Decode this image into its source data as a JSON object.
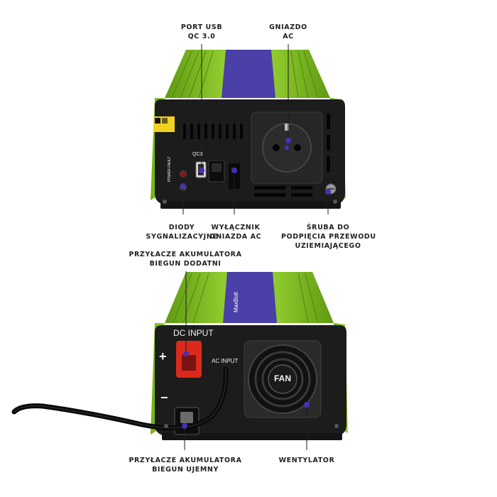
{
  "top_view": {
    "callouts": {
      "usb_port": [
        "PORT USB",
        "QC 3.0"
      ],
      "ac_socket": [
        "GNIAZDO",
        "AC"
      ],
      "diodes": [
        "DIODY",
        "SYGNALIZACYJNE"
      ],
      "switch": [
        "WYŁĄCZNIK",
        "GNIAZDA AC"
      ],
      "ground_screw": [
        "ŚRUBA DO",
        "PODPIĘCIA PRZEWODU",
        "UZIEMIAJĄCEGO"
      ]
    },
    "panel_text": {
      "usb_label": "QC3",
      "led_label": "POWER FAULT"
    }
  },
  "bottom_view": {
    "callouts": {
      "positive_terminal": [
        "PRZYŁACZE AKUMULATORA",
        "BIEGUN DODATNI"
      ],
      "negative_terminal": [
        "PRZYŁACZE AKUMULATORA",
        "BIEGUN UJEMNY"
      ],
      "fan": [
        "WENTYLATOR"
      ]
    },
    "panel_text": {
      "dc_input": "DC INPUT",
      "ac_input": "AC INPUT",
      "plus": "+",
      "minus": "−",
      "fan": "FAN",
      "brand": "MaxBolt"
    }
  },
  "colors": {
    "housing_green": "#8ed62a",
    "housing_green_dark": "#5f9a12",
    "stripe_purple": "#4b3fa8",
    "panel_black": "#1c1c1c",
    "terminal_red": "#d92a1c",
    "marker_purple": "#4a2fb5"
  }
}
